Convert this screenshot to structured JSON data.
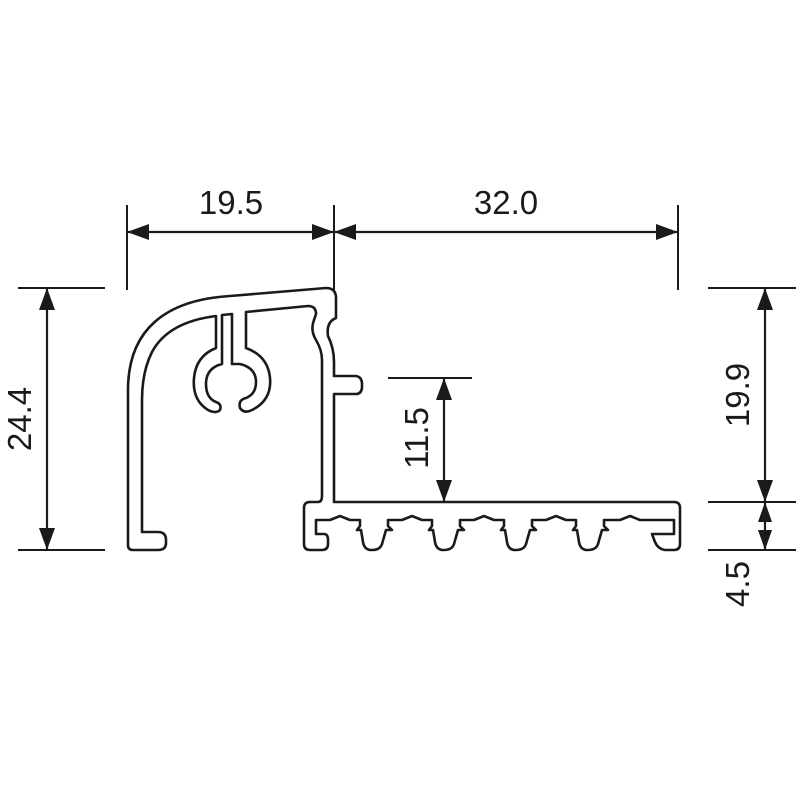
{
  "dimensions": {
    "top_left_width": "19.5",
    "top_right_width": "32.0",
    "left_height": "24.4",
    "inner_height": "11.5",
    "right_upper_height": "19.9",
    "right_lower_height": "4.5"
  },
  "colors": {
    "line": "#1a1a1a",
    "background": "#ffffff"
  }
}
